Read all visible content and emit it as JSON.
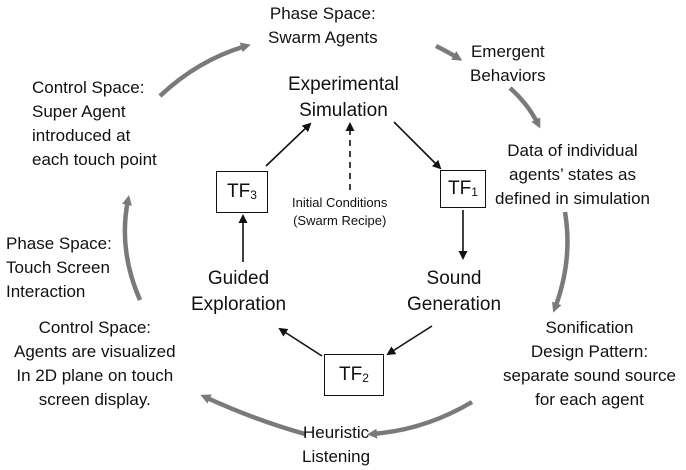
{
  "outer_labels": {
    "phase_swarm": [
      "Phase Space:",
      "Swarm Agents"
    ],
    "emergent": [
      "Emergent",
      "Behaviors"
    ],
    "data_states": [
      "Data of individual",
      "agents’ states as",
      "defined in simulation"
    ],
    "sonification": [
      "Sonification",
      "Design Pattern:",
      "separate sound source",
      "for each agent"
    ],
    "heuristic": [
      "Heuristic",
      "Listening"
    ],
    "control_visual": [
      "Control Space:",
      "Agents are visualized",
      "In 2D plane on touch",
      "screen display."
    ],
    "phase_touch": [
      "Phase Space:",
      "Touch Screen",
      "Interaction"
    ],
    "control_super": [
      "Control Space:",
      "Super Agent",
      "introduced at",
      "each touch point"
    ]
  },
  "inner_labels": {
    "experimental": [
      "Experimental",
      "Simulation"
    ],
    "initial": [
      "Initial Conditions",
      "(Swarm Recipe)"
    ],
    "sound_gen": [
      "Sound",
      "Generation"
    ],
    "guided": [
      "Guided",
      "Exploration"
    ]
  },
  "transfer_functions": {
    "tf1": {
      "base": "TF",
      "sub": "1"
    },
    "tf2": {
      "base": "TF",
      "sub": "2"
    },
    "tf3": {
      "base": "TF",
      "sub": "3"
    }
  },
  "colors": {
    "outer_arrow": "#7a7a7a",
    "inner_arrow": "#111111"
  }
}
